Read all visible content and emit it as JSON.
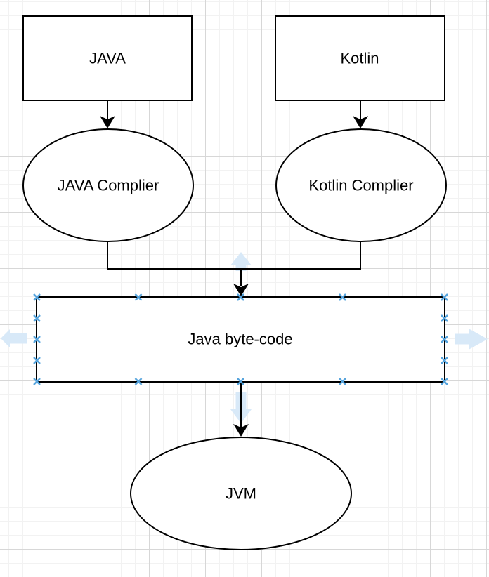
{
  "colors": {
    "selection_handle": "#56a4dd",
    "direction_arrow": "#d8e9f8",
    "shape_stroke": "#000000",
    "shape_fill": "#ffffff",
    "grid_minor": "#f2f2f2",
    "grid_major": "#d7d7d7"
  },
  "nodes": {
    "java": {
      "label": "JAVA",
      "shape": "rectangle"
    },
    "kotlin": {
      "label": "Kotlin",
      "shape": "rectangle"
    },
    "java_compiler": {
      "label": "JAVA Complier",
      "shape": "ellipse"
    },
    "kotlin_compiler": {
      "label": "Kotlin Complier",
      "shape": "ellipse"
    },
    "bytecode": {
      "label": "Java byte-code",
      "shape": "rectangle",
      "selected": true
    },
    "jvm": {
      "label": "JVM",
      "shape": "ellipse"
    }
  },
  "edges": [
    {
      "from": "java",
      "to": "java_compiler"
    },
    {
      "from": "kotlin",
      "to": "kotlin_compiler"
    },
    {
      "from": "java_compiler",
      "to": "bytecode"
    },
    {
      "from": "kotlin_compiler",
      "to": "bytecode"
    },
    {
      "from": "bytecode",
      "to": "jvm"
    }
  ]
}
